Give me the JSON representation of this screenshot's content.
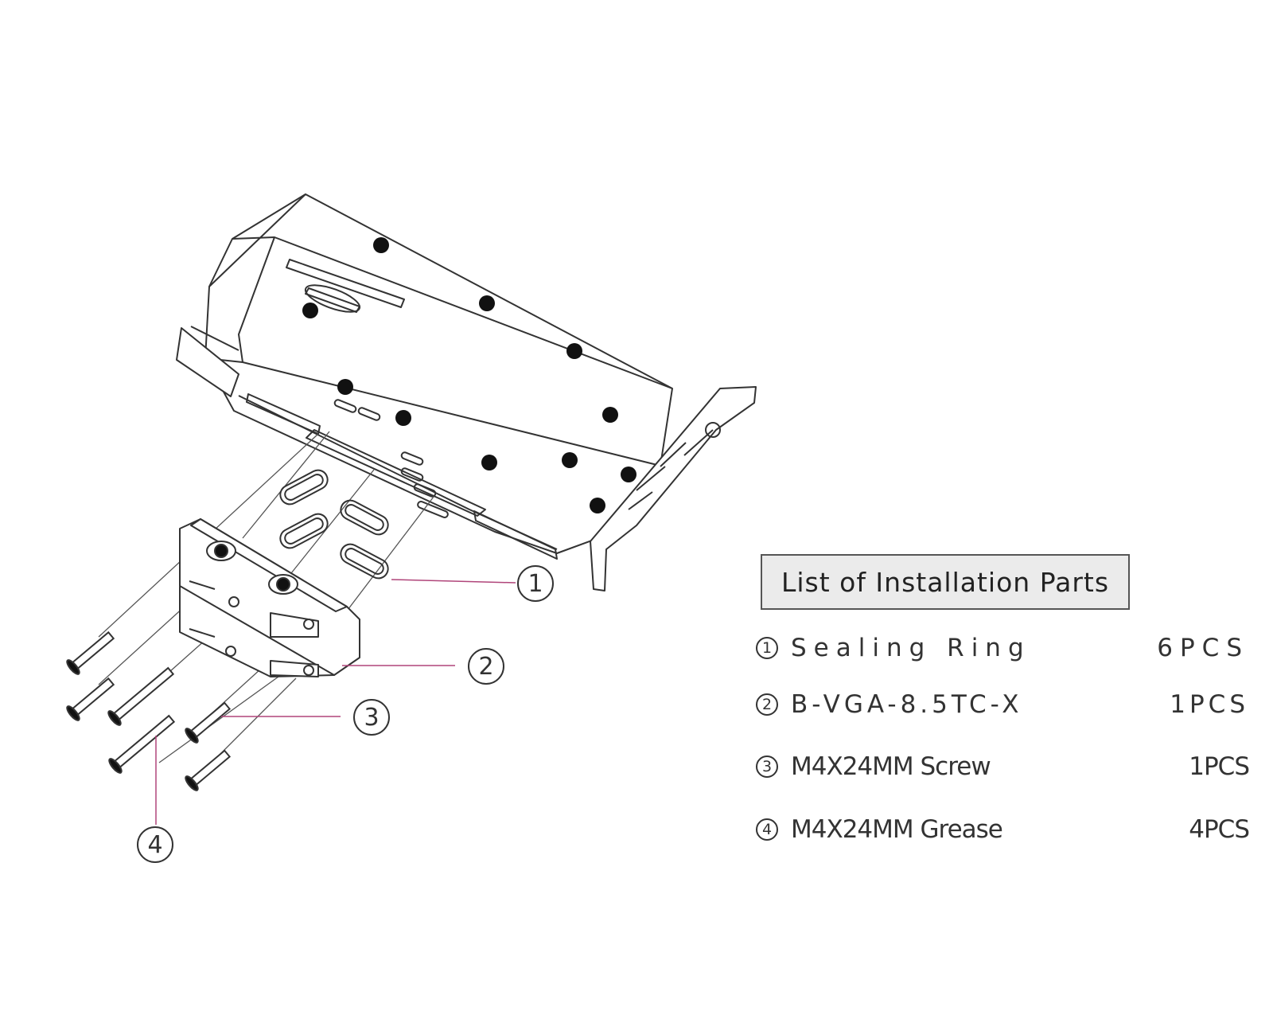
{
  "legend": {
    "title": "List of Installation Parts",
    "parts": [
      {
        "num": "1",
        "name": "Sealing Ring",
        "qty": "6PCS"
      },
      {
        "num": "2",
        "name": "B-VGA-8.5TC-X",
        "qty": "1PCS"
      },
      {
        "num": "3",
        "name": "M4X24MM Screw",
        "qty": "1PCS"
      },
      {
        "num": "4",
        "name": "M4X24MM Grease",
        "qty": "4PCS"
      }
    ]
  },
  "callouts": [
    "1",
    "2",
    "3",
    "4"
  ],
  "colors": {
    "line": "#333333",
    "leader": "#b0457a",
    "title_bg": "#ebebeb"
  },
  "icons": [
    "graphics-card-drawing",
    "water-block-terminal-drawing",
    "sealing-ring-icon",
    "screw-icon"
  ]
}
